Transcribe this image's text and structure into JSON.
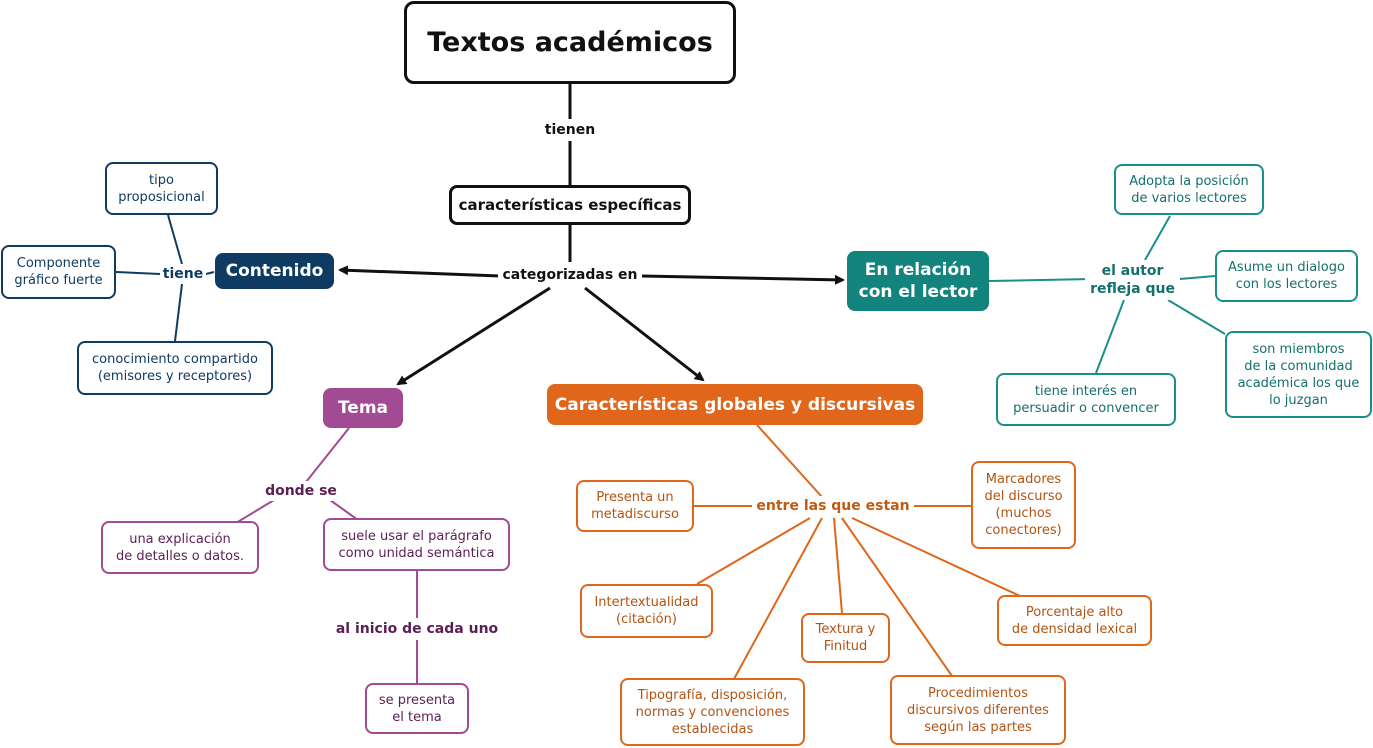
{
  "title": "Textos académicos",
  "links": {
    "tienen": "tienen",
    "categorizadas": "categorizadas en",
    "tiene": "tiene",
    "autor_refleja": "el autor\nrefleja que",
    "donde_se": "donde se",
    "al_inicio": "al inicio de cada uno",
    "entre_las_que": "entre las que estan"
  },
  "nodes": {
    "especificas": "características específicas",
    "contenido": "Contenido",
    "tipo_proposicional": "tipo\nproposicional",
    "componente_grafico": "Componente\ngráfico fuerte",
    "conocimiento": "conocimiento compartido\n(emisores y receptores)",
    "lector": "En relación\ncon el lector",
    "adopta": "Adopta la posición\nde varios lectores",
    "asume": "Asume un dialogo\ncon los lectores",
    "miembros": "son miembros\nde la comunidad\nacadémica los que\nlo juzgan",
    "interes": "tiene interés en\npersuadir o convencer",
    "tema": "Tema",
    "explicacion": "una explicación\nde detalles o datos.",
    "paragrafo": "suele usar el parágrafo\ncomo unidad semántica",
    "presenta_tema": "se presenta\nel tema",
    "globales": "Características globales y discursivas",
    "metadiscurso": "Presenta un\nmetadiscurso",
    "marcadores": "Marcadores\ndel discurso\n(muchos\nconectores)",
    "intertextualidad": "Intertextualidad\n(citación)",
    "textura": "Textura y\nFinitud",
    "porcentaje": "Porcentaje alto\nde densidad lexical",
    "tipografia": "Tipografía, disposición,\nnormas y convenciones\nestablecidas",
    "procedimientos": "Procedimientos\ndiscursivos diferentes\nsegún las partes"
  },
  "colors": {
    "black": "#111111",
    "navy": "#0f3b63",
    "teal": "#13837e",
    "purple": "#a24a93",
    "orange": "#e0661b"
  }
}
